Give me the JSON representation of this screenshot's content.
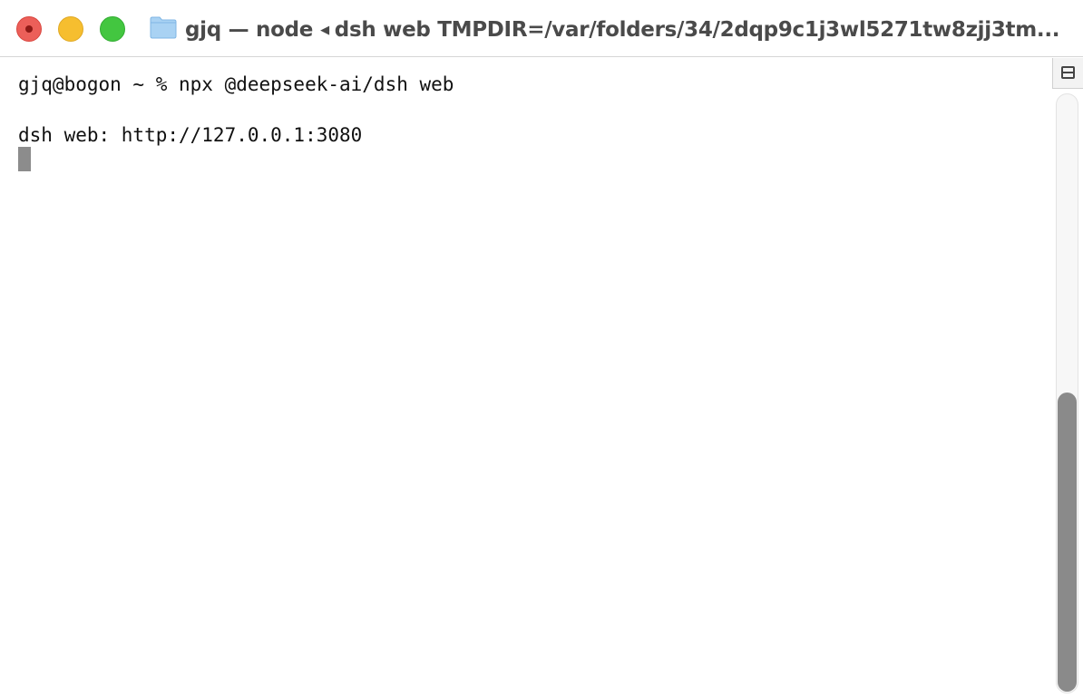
{
  "window": {
    "title_main": "gjq — node",
    "title_detail": "dsh web TMPDIR=/var/folders/34/2dqp9c1j3wl5271tw8zjj3tm...",
    "folder_icon": "folder-icon"
  },
  "terminal": {
    "lines": [
      "gjq@bogon ~ % npx @deepseek-ai/dsh web",
      "dsh web: http://127.0.0.1:3080"
    ]
  },
  "colors": {
    "close": "#ec5f59",
    "minimize": "#f6be2f",
    "zoom": "#43c640",
    "scroll_thumb": "#8a8a8a"
  }
}
